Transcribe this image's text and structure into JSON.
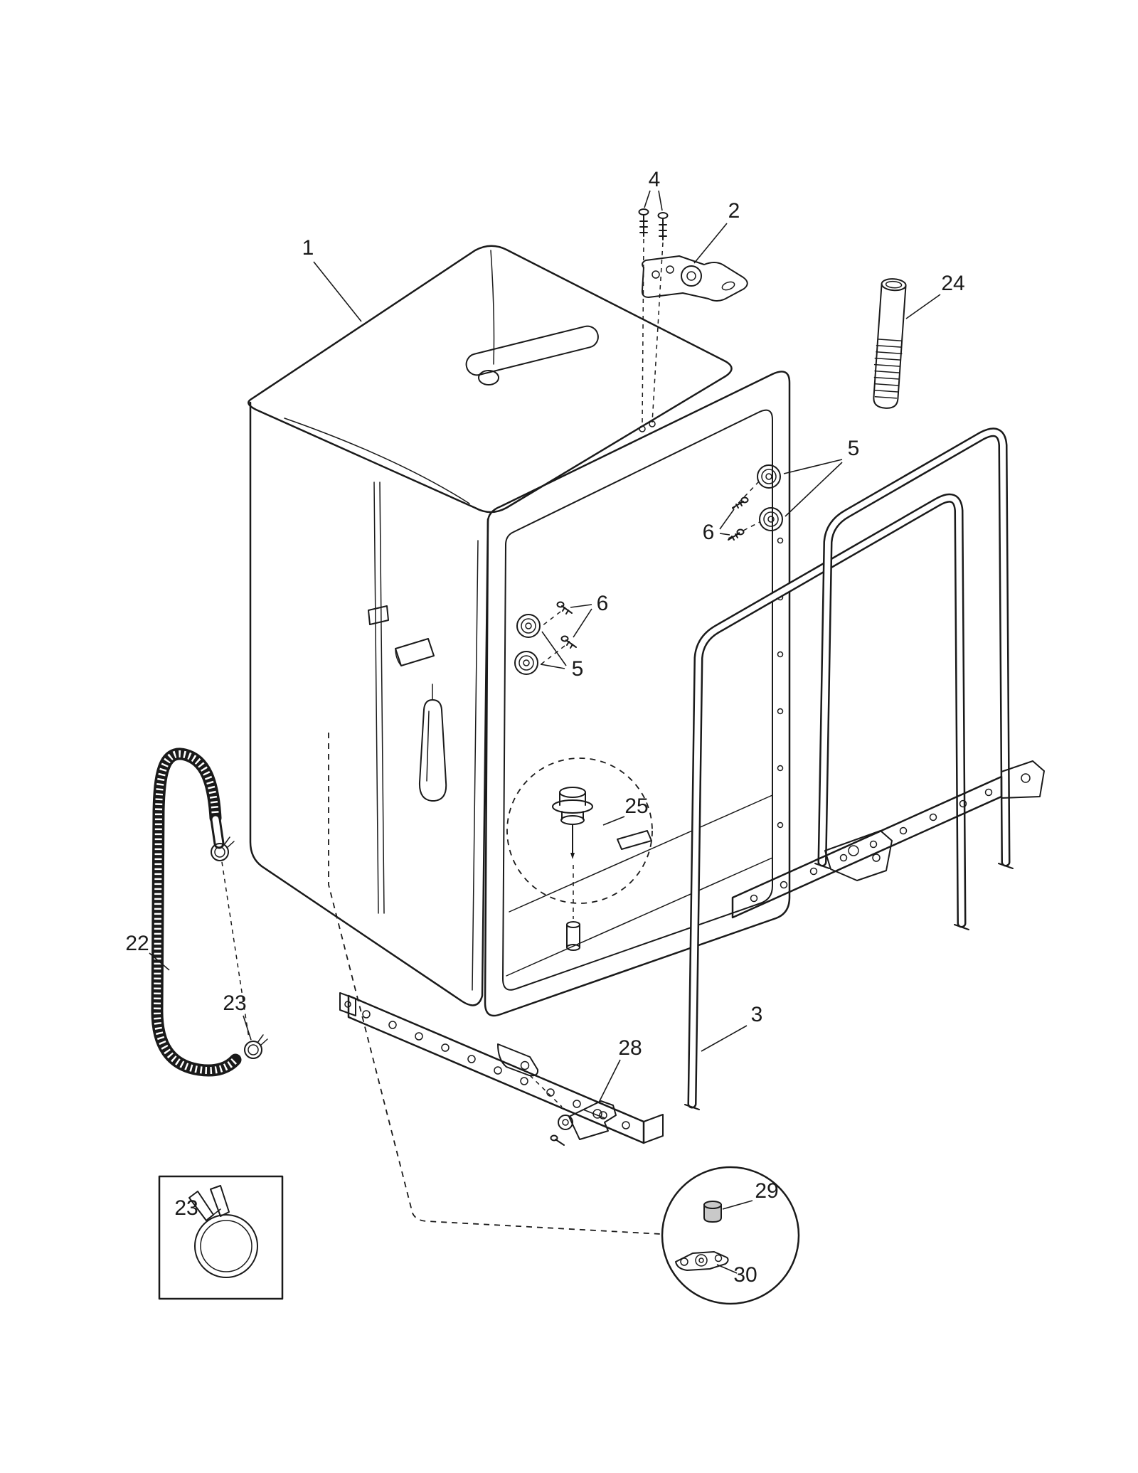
{
  "colors": {
    "ink": "#1a1a1a",
    "paper": "#ffffff"
  },
  "callouts": {
    "part1": "1",
    "part2": "2",
    "part3": "3",
    "part4": "4",
    "part5_upper": "5",
    "part6_upper": "6",
    "part5_lower": "5",
    "part6_lower": "6",
    "part22": "22",
    "part23_clamp": "23",
    "part23_inset": "23",
    "part24": "24",
    "part25": "25",
    "part28": "28",
    "part29": "29",
    "part30": "30"
  }
}
